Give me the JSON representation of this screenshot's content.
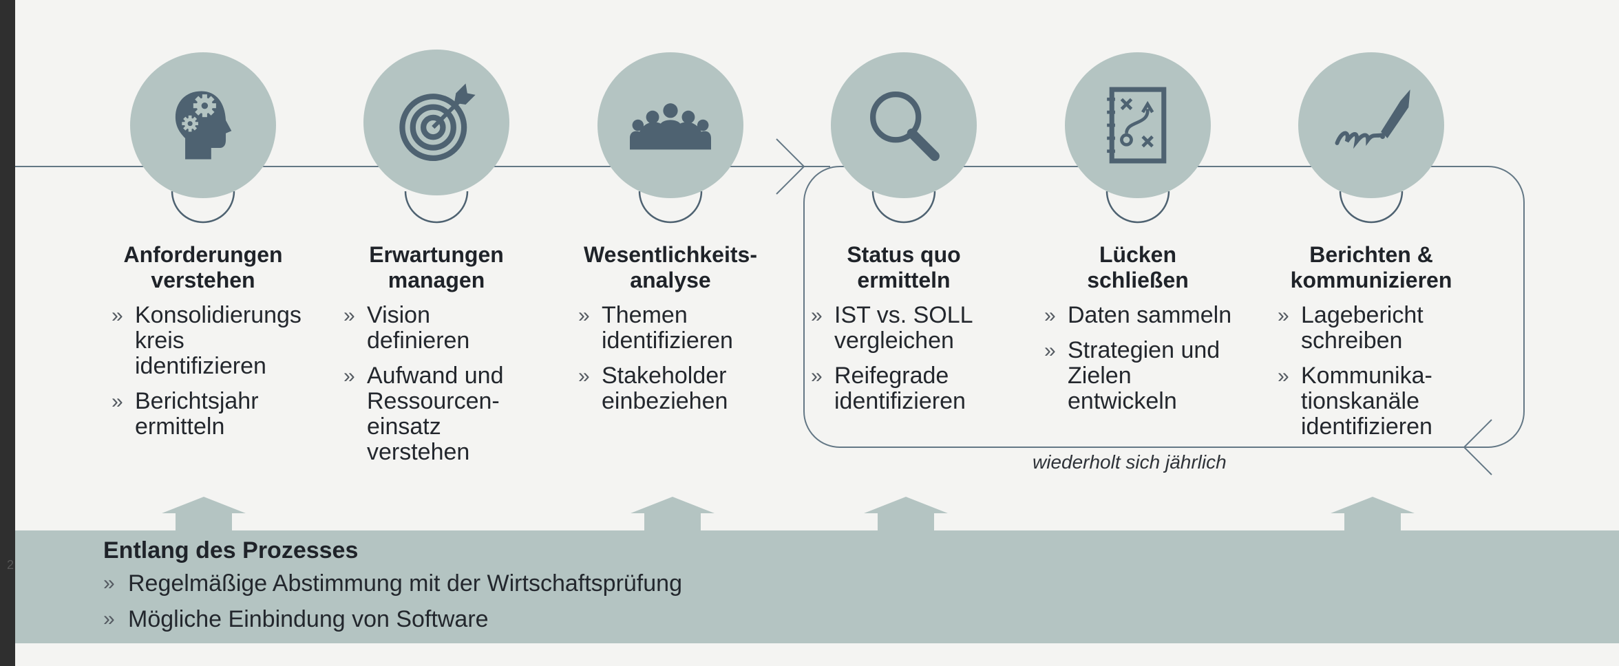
{
  "colors": {
    "circle": "#b4c4c2",
    "icon": "#4e6271",
    "line": "#637785",
    "banner": "#b4c4c2"
  },
  "steps": [
    {
      "icon": "head-gears-icon",
      "title": [
        "Anforderungen",
        "verstehen"
      ],
      "bullets": [
        "Konsolidierungs kreis identifizieren",
        "Berichtsjahr ermitteln"
      ]
    },
    {
      "icon": "target-arrow-icon",
      "title": [
        "Erwartungen",
        "managen"
      ],
      "bullets": [
        "Vision definieren",
        "Aufwand und Ressourcen-einsatz verstehen"
      ]
    },
    {
      "icon": "meeting-people-icon",
      "title": [
        "Wesentlichkeits-",
        "analyse"
      ],
      "bullets": [
        "Themen identifizieren",
        "Stakeholder einbeziehen"
      ]
    },
    {
      "icon": "magnifier-icon",
      "title": [
        "Status quo",
        "ermitteln"
      ],
      "bullets": [
        "IST vs. SOLL vergleichen",
        "Reifegrade identifizieren"
      ]
    },
    {
      "icon": "strategy-board-icon",
      "title": [
        "Lücken",
        "schließen"
      ],
      "bullets": [
        "Daten sammeln",
        "Strategien und Zielen entwickeln"
      ]
    },
    {
      "icon": "signature-pen-icon",
      "title": [
        "Berichten &",
        "kommunizieren"
      ],
      "bullets": [
        "Lagebericht schreiben",
        "Kommunika-tionskanäle identifizieren"
      ]
    }
  ],
  "cycle_note": "wiederholt sich jährlich",
  "banner": {
    "title": "Entlang des Prozesses",
    "items": [
      "Regelmäßige Abstimmung mit der Wirtschaftsprüfung",
      "Mögliche Einbindung von Software"
    ]
  },
  "left_strip_mark": "2"
}
